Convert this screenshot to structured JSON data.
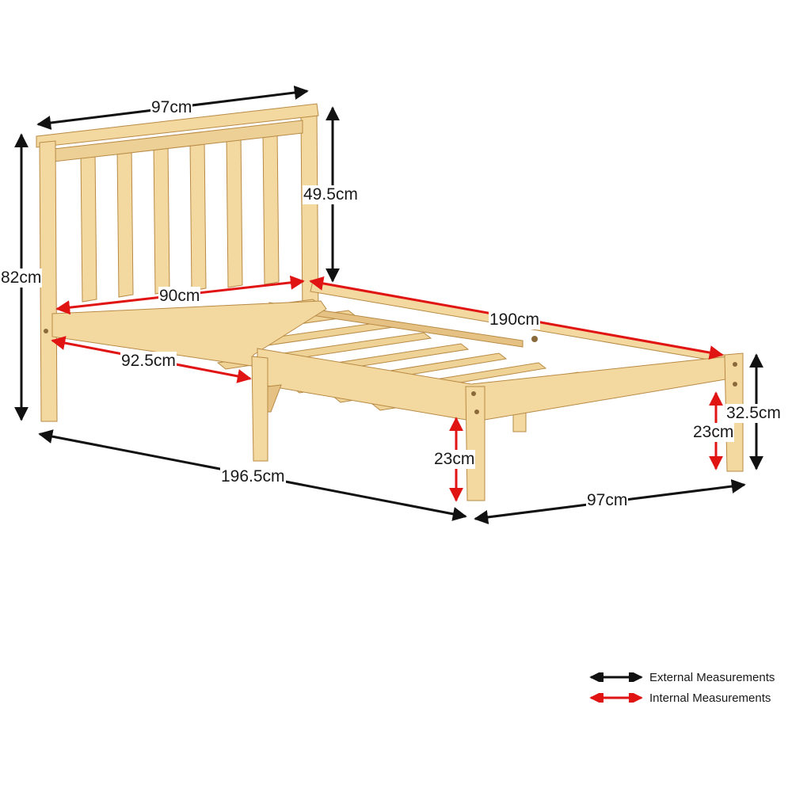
{
  "colors": {
    "external": "#111111",
    "internal": "#e11414",
    "wood": "#f3d9a0",
    "wood_dark": "#d9b46e",
    "wood_edge": "#b88a45"
  },
  "dimensions": {
    "headboard_width": "97cm",
    "headboard_height": "49.5cm",
    "total_height": "82cm",
    "internal_width": "90cm",
    "internal_length": "190cm",
    "side_internal_width": "92.5cm",
    "total_length": "196.5cm",
    "footboard_width": "97cm",
    "leg_clearance_front": "23cm",
    "leg_clearance_side": "23cm",
    "foot_height": "32.5cm"
  },
  "legend": {
    "external": "External Measurements",
    "internal": "Internal Measurements"
  }
}
